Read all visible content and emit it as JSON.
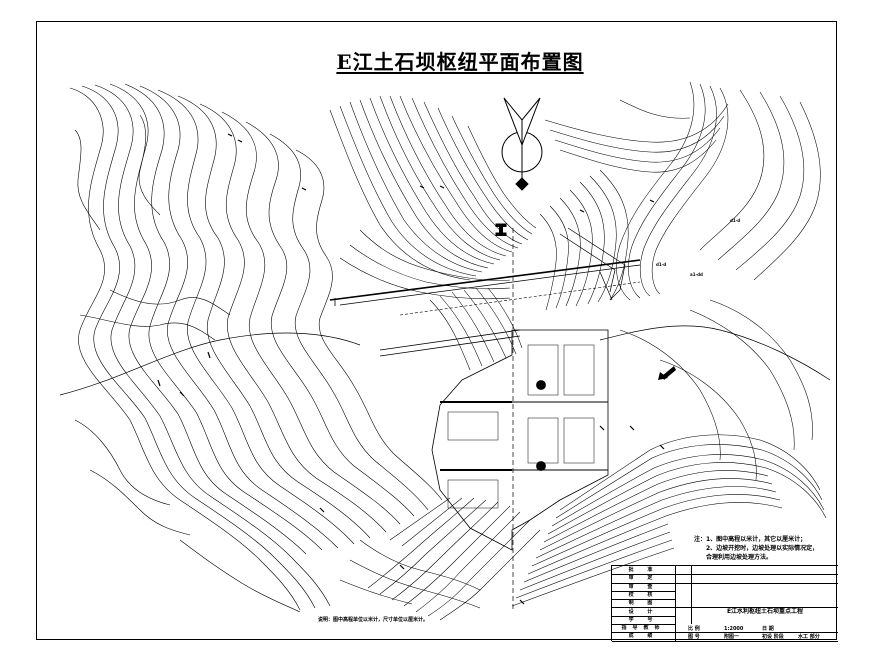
{
  "title": "E江土石坝枢纽平面布置图",
  "notes": {
    "line1": "注：1、图中高程以米计，其它以厘米计；",
    "line2": "2、边坡开挖时，边坡处理以实际情况定，",
    "line3": "合理利用边坡处理方法。"
  },
  "bottom_note": "说明：图中高程单位以米计，尺寸单位以厘米计。",
  "title_block": {
    "rows": [
      "批 准",
      "审 定",
      "审 查",
      "校 核",
      "制 图",
      "设 计",
      "学 号",
      "指导教师",
      "成 绩"
    ],
    "project": "E江水利枢纽土石坝重点工程",
    "scale_label": "比 例",
    "scale_value": "1:2000",
    "date_label": "日 期",
    "drawing_no_label": "图 号",
    "drawing_no_value": "附图一",
    "stage": "初设 阶段",
    "dept": "水工 部分"
  },
  "labels": {
    "section_marker": "I",
    "axis_a": "d1-d",
    "axis_b": "a1-dd",
    "axis_c": "d1-d"
  },
  "colors": {
    "ink": "#000000",
    "paper": "#ffffff"
  }
}
